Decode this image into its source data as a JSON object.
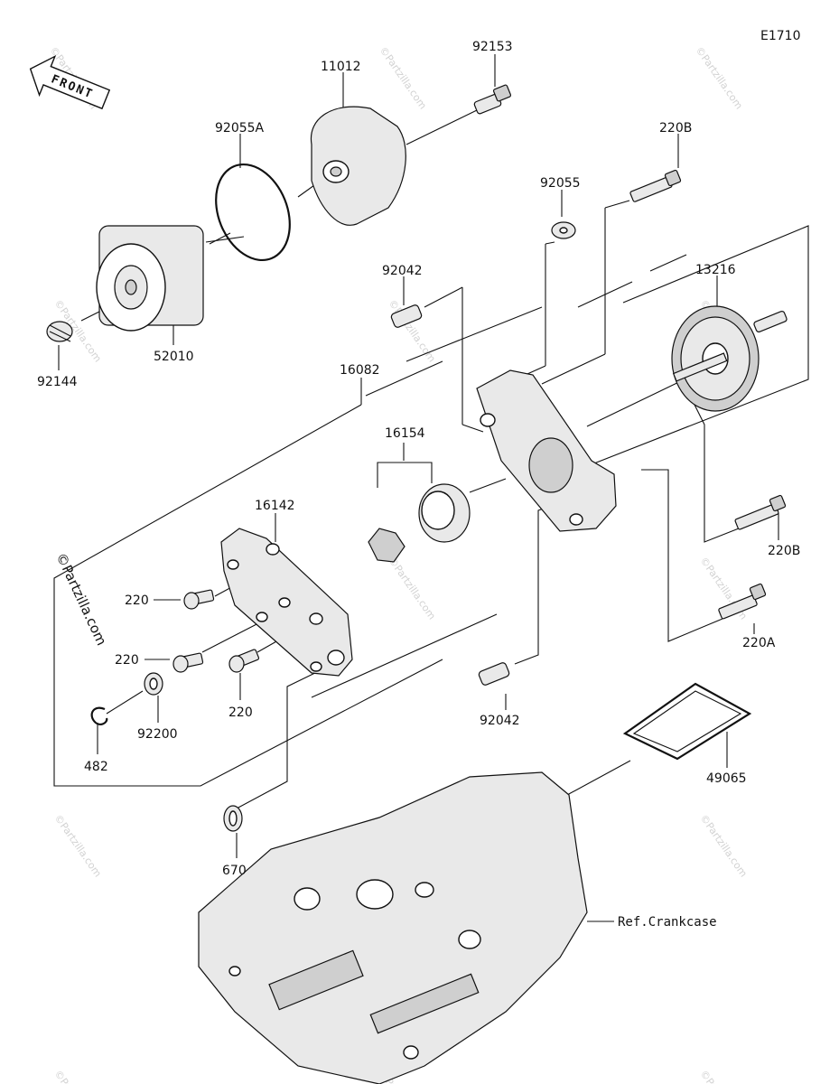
{
  "diagram_code": "E1710",
  "front_label": "FRONT",
  "watermark": "©Partzilla.com",
  "reference_label": "Ref.Crankcase",
  "part_labels": {
    "p92153": "92153",
    "p11012": "11012",
    "p92055A": "92055A",
    "p220B_top": "220B",
    "p92055": "92055",
    "p92042_top": "92042",
    "p13216": "13216",
    "p92144": "92144",
    "p52010": "52010",
    "p16082": "16082",
    "p16154": "16154",
    "p16142": "16142",
    "p220_a": "220",
    "p220_b": "220",
    "p220_c": "220",
    "p92200": "92200",
    "p482": "482",
    "p220B_bottom": "220B",
    "p220A": "220A",
    "p92042_bottom": "92042",
    "p49065": "49065",
    "p670": "670"
  }
}
